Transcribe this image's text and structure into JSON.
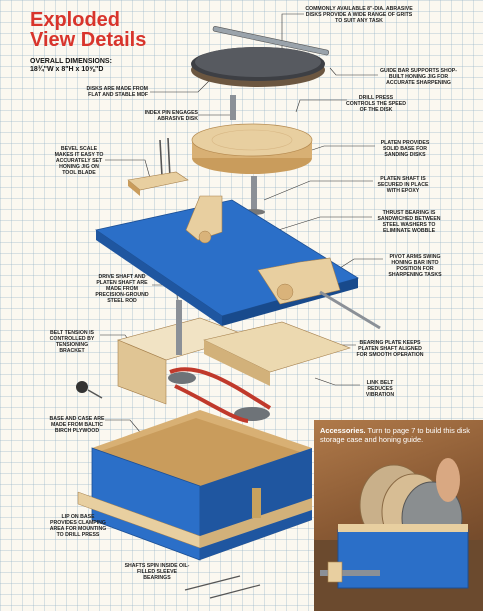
{
  "title": {
    "line1": "Exploded",
    "line2": "View Details"
  },
  "dimensions": {
    "heading": "OVERALL DIMENSIONS:",
    "value": "18¾\"W x 8\"H x 10⅝\"D"
  },
  "callouts": {
    "disks_top": "COMMONLY AVAILABLE 8\"-DIA. ABRASIVE DISKS PROVIDE A WIDE RANGE OF GRITS TO SUIT ANY TASK",
    "guide_bar": "GUIDE BAR SUPPORTS SHOP-BUILT HONING JIG FOR ACCURATE SHARPENING",
    "disks_mdf": "DISKS ARE MADE FROM FLAT AND STABLE MDF",
    "index_pin": "INDEX PIN ENGAGES ABRASIVE DISK",
    "drill_press": "DRILL PRESS CONTROLS THE SPEED OF THE DISK",
    "platen": "PLATEN PROVIDES SOLID BASE FOR SANDING DISKS",
    "bevel_scale": "BEVEL SCALE MAKES IT EASY TO ACCURATELY SET HONING JIG ON TOOL BLADE",
    "platen_shaft": "PLATEN SHAFT IS SECURED IN PLACE WITH EPOXY",
    "thrust_bearing": "THRUST BEARING IS SANDWICHED BETWEEN STEEL WASHERS TO ELIMINATE WOBBLE",
    "pivot_arms": "PIVOT ARMS SWING HONING BAR INTO POSITION FOR SHARPENING TASKS",
    "drive_shaft": "DRIVE SHAFT AND PLATEN SHAFT ARE MADE FROM PRECISION-GROUND STEEL ROD",
    "belt_tension": "BELT TENSION IS CONTROLLED BY TENSIONING BRACKET",
    "bearing_plate": "BEARING PLATE KEEPS PLATEN SHAFT ALIGNED FOR SMOOTH OPERATION",
    "link_belt": "LINK BELT REDUCES VIBRATION",
    "base_case": "BASE AND CASE ARE MADE FROM BALTIC BIRCH PLYWOOD",
    "lip_base": "LIP ON BASE PROVIDES CLAMPING AREA FOR MOUNTING TO DRILL PRESS",
    "shafts_spin": "SHAFTS SPIN INSIDE OIL-FILLED SLEEVE BEARINGS"
  },
  "accessories": {
    "lead": "Accessories.",
    "text": " Turn to page 7 to build this disk storage case and honing guide."
  },
  "colors": {
    "title": "#d8342c",
    "platen_blue": "#2b6fc8",
    "wood": "#e8cfa0",
    "belt": "#c0392b"
  }
}
